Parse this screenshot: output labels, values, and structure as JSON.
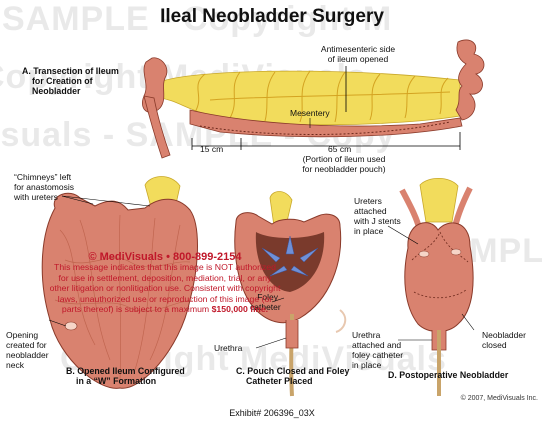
{
  "title": "Ileal Neobladder Surgery",
  "watermark": {
    "line1": "SAMPLE - Copyright M",
    "line2": "Copyright MediVisuals",
    "line3": "isuals - SAMPLE - Copy",
    "line4": "SAMPLE",
    "line5": "Copyright MediVisuals"
  },
  "panel_a": {
    "caption_line1": "A. Transection of Ileum",
    "caption_line2": "for Creation of",
    "caption_line3": "Neobladder",
    "antimesenteric_line1": "Antimesenteric side",
    "antimesenteric_line2": "of ileum opened",
    "mesentery": "Mesentery",
    "measure_15": "15 cm",
    "measure_65": "65 cm",
    "portion_line1": "(Portion of ileum used",
    "portion_line2": "for neobladder pouch)"
  },
  "panel_b": {
    "chimneys_line1": "“Chimneys” left",
    "chimneys_line2": "for anastomosis",
    "chimneys_line3": "with ureters",
    "opening_line1": "Opening",
    "opening_line2": "created for",
    "opening_line3": "neobladder",
    "opening_line4": "neck",
    "caption_line1": "B. Opened Ileum Configured",
    "caption_line2": "in a “W” Formation"
  },
  "panel_c": {
    "foley_line1": "Foley",
    "foley_line2": "catheter",
    "urethra": "Urethra",
    "caption_line1": "C. Pouch Closed and Foley",
    "caption_line2": "Catheter Placed"
  },
  "panel_d": {
    "ureters_line1": "Ureters",
    "ureters_line2": "attached",
    "ureters_line3": "with J stents",
    "ureters_line4": "in place",
    "neobladder_line1": "Neobladder",
    "neobladder_line2": "closed",
    "urethra_line1": "Urethra",
    "urethra_line2": "attached and",
    "urethra_line3": "foley catheter",
    "urethra_line4": "in place",
    "caption": "D. Postoperative Neobladder"
  },
  "notice": {
    "heading": "© MediVisuals • 800-899-2154",
    "line1": "This message indicates that this image is NOT authorized",
    "line2": "for use in settlement, deposition, mediation, trial, or any",
    "line3": "other litigation or nonlitigation use.  Consistent with copyright",
    "line4": "laws, unauthorized use or reproduction of this image (or",
    "line5_prefix": "parts thereof) is subject to a maximum ",
    "line5_fine": "$150,000 fine."
  },
  "copyright": "© 2007, MediVisuals Inc.",
  "exhibit": "Exhibit# 206396_03X",
  "colors": {
    "tissue": "#d9826f",
    "tissue_dark": "#b5543f",
    "mesentery": "#f2dc5c",
    "vessel": "#e7b92e",
    "inner": "#e8a085",
    "notice_red": "#c0182a",
    "arrow_blue": "#6f8fd6"
  }
}
